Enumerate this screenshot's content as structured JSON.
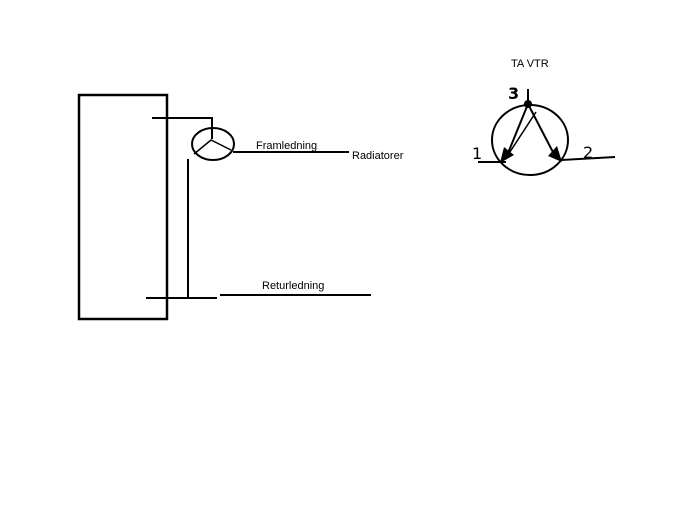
{
  "labels": {
    "supply_line": "Framledning",
    "radiators": "Radiatorer",
    "return_line": "Returledning",
    "valve_title": "TA VTR",
    "port_1": "1",
    "port_2": "2",
    "port_3": "3"
  },
  "colors": {
    "stroke": "#000000",
    "background": "#ffffff"
  }
}
